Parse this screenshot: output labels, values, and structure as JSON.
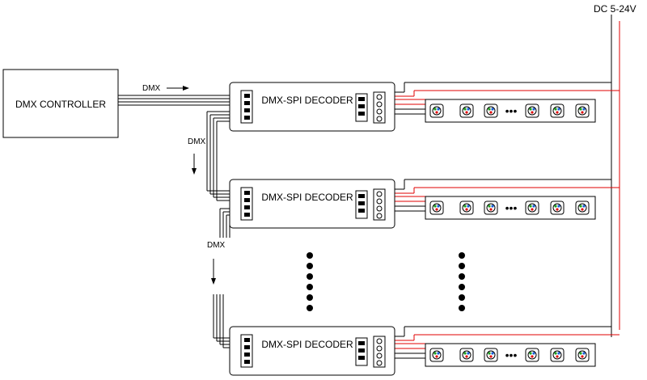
{
  "controller": {
    "label": "DMX CONTROLLER"
  },
  "power": {
    "label": "DC 5-24V",
    "positive_color": "#e00000",
    "negative_color": "#000000"
  },
  "dmx_labels": [
    "DMX",
    "DMX",
    "DMX"
  ],
  "decoders": [
    {
      "label": "DMX-SPI DECODER"
    },
    {
      "label": "DMX-SPI DECODER"
    },
    {
      "label": "DMX-SPI DECODER"
    }
  ],
  "led_strip": {
    "visible_leds_per_strip": 6,
    "continuation": "•••",
    "led_colors": [
      "#1e9e1e",
      "#1a5fd8",
      "#e01010"
    ]
  },
  "continuation_dots": 6,
  "icons": [
    "arrow-right-icon",
    "arrow-down-icon",
    "led-icon",
    "ellipsis-icon"
  ]
}
